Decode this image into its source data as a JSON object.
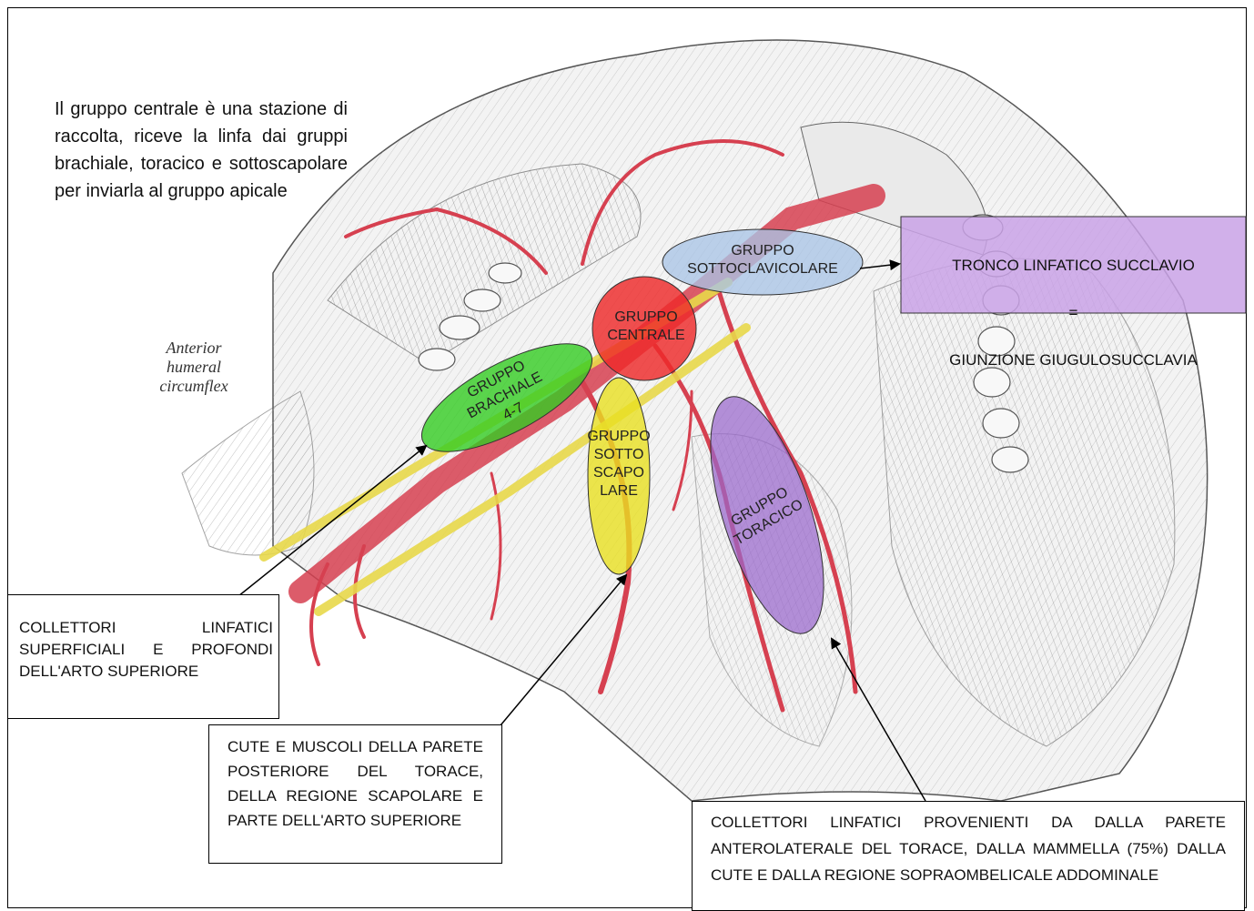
{
  "intro_text": "Il gruppo centrale è una stazione di raccolta, riceve la linfa dai gruppi brachiale, toracico e sottoscapolare per inviarla al gruppo apicale",
  "figure_labels": {
    "anterior": "Anterior",
    "humeral": "humeral",
    "circumflex": "circumflex"
  },
  "groups": {
    "sottoclavicolare": "GRUPPO\nSOTTOCLAVICOLARE",
    "centrale": "GRUPPO\nCENTRALE",
    "brachiale": "GRUPPO\nBRACHIALE\n4-7",
    "sottoscapolare": "GRUPPO\nSOTTO\nSCAPO\nLARE",
    "toracico": "GRUPPO\nTORACICO"
  },
  "tronco": {
    "line1": "TRONCO LINFATICO SUCCLAVIO",
    "line2": "=",
    "line3": "GIUNZIONE GIUGULOSUCCLAVIA"
  },
  "boxes": {
    "arto": "COLLETTORI LINFATICI SUPERFICIALI E PROFONDI DELL'ARTO SUPERIORE",
    "cute": "CUTE E MUSCOLI DELLA PARETE POSTERIORE DEL TORACE, DELLA REGIONE SCAPOLARE E PARTE DELL'ARTO SUPERIORE",
    "torace": "COLLETTORI LINFATICI PROVENIENTI DA DALLA PARETE ANTEROLATERALE DEL TORACE, DALLA MAMMELLA (75%) DALLA CUTE E DALLA REGIONE SOPRAOMBELICALE ADDOMINALE"
  },
  "colors": {
    "sottoclavicolare": "#a9c4e6",
    "centrale": "#ee2a2a",
    "brachiale": "#33cc22",
    "sottoscapolare": "#e8e020",
    "toracico": "#9966cc",
    "tronco": "#c9a2e6",
    "artery": "#d64050",
    "nerve": "#f0e060"
  }
}
